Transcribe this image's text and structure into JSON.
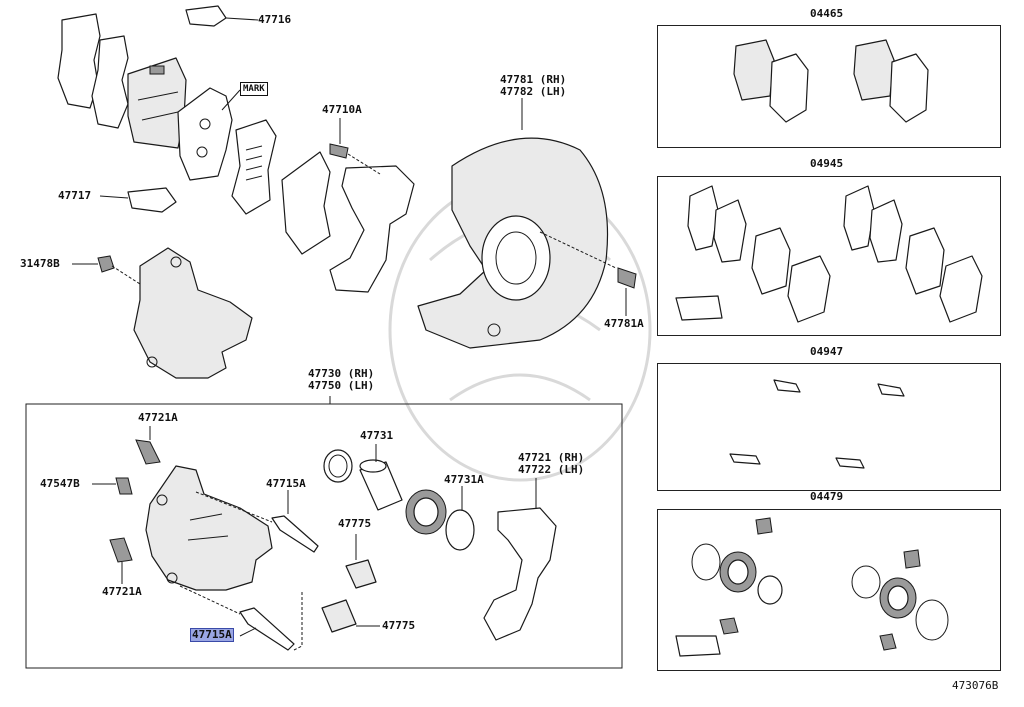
{
  "kit_boxes": [
    {
      "code": "04465"
    },
    {
      "code": "04945"
    },
    {
      "code": "04947"
    },
    {
      "code": "04479"
    }
  ],
  "labels": {
    "shim_kit": "47716",
    "mark": "MARK",
    "clip": "47717",
    "bleeder": "31478B",
    "mount_bolt": "47710A",
    "disc_cover": "47781 (RH)\n47782 (LH)",
    "cover_bolt": "47781A",
    "caliper_assy": "47730 (RH)\n47750 (LH)",
    "bolt_top": "47721A",
    "bolt_bottom": "47721A",
    "plug": "47547B",
    "slide_pin_upper": "47715A",
    "slide_pin_lower": "47715A",
    "piston": "47731",
    "piston_seal": "47731A",
    "boot_upper": "47775",
    "boot_lower": "47775",
    "mounting": "47721 (RH)\n47722 (LH)"
  },
  "highlighted_part": "47715A",
  "drawing_number": "473076B"
}
